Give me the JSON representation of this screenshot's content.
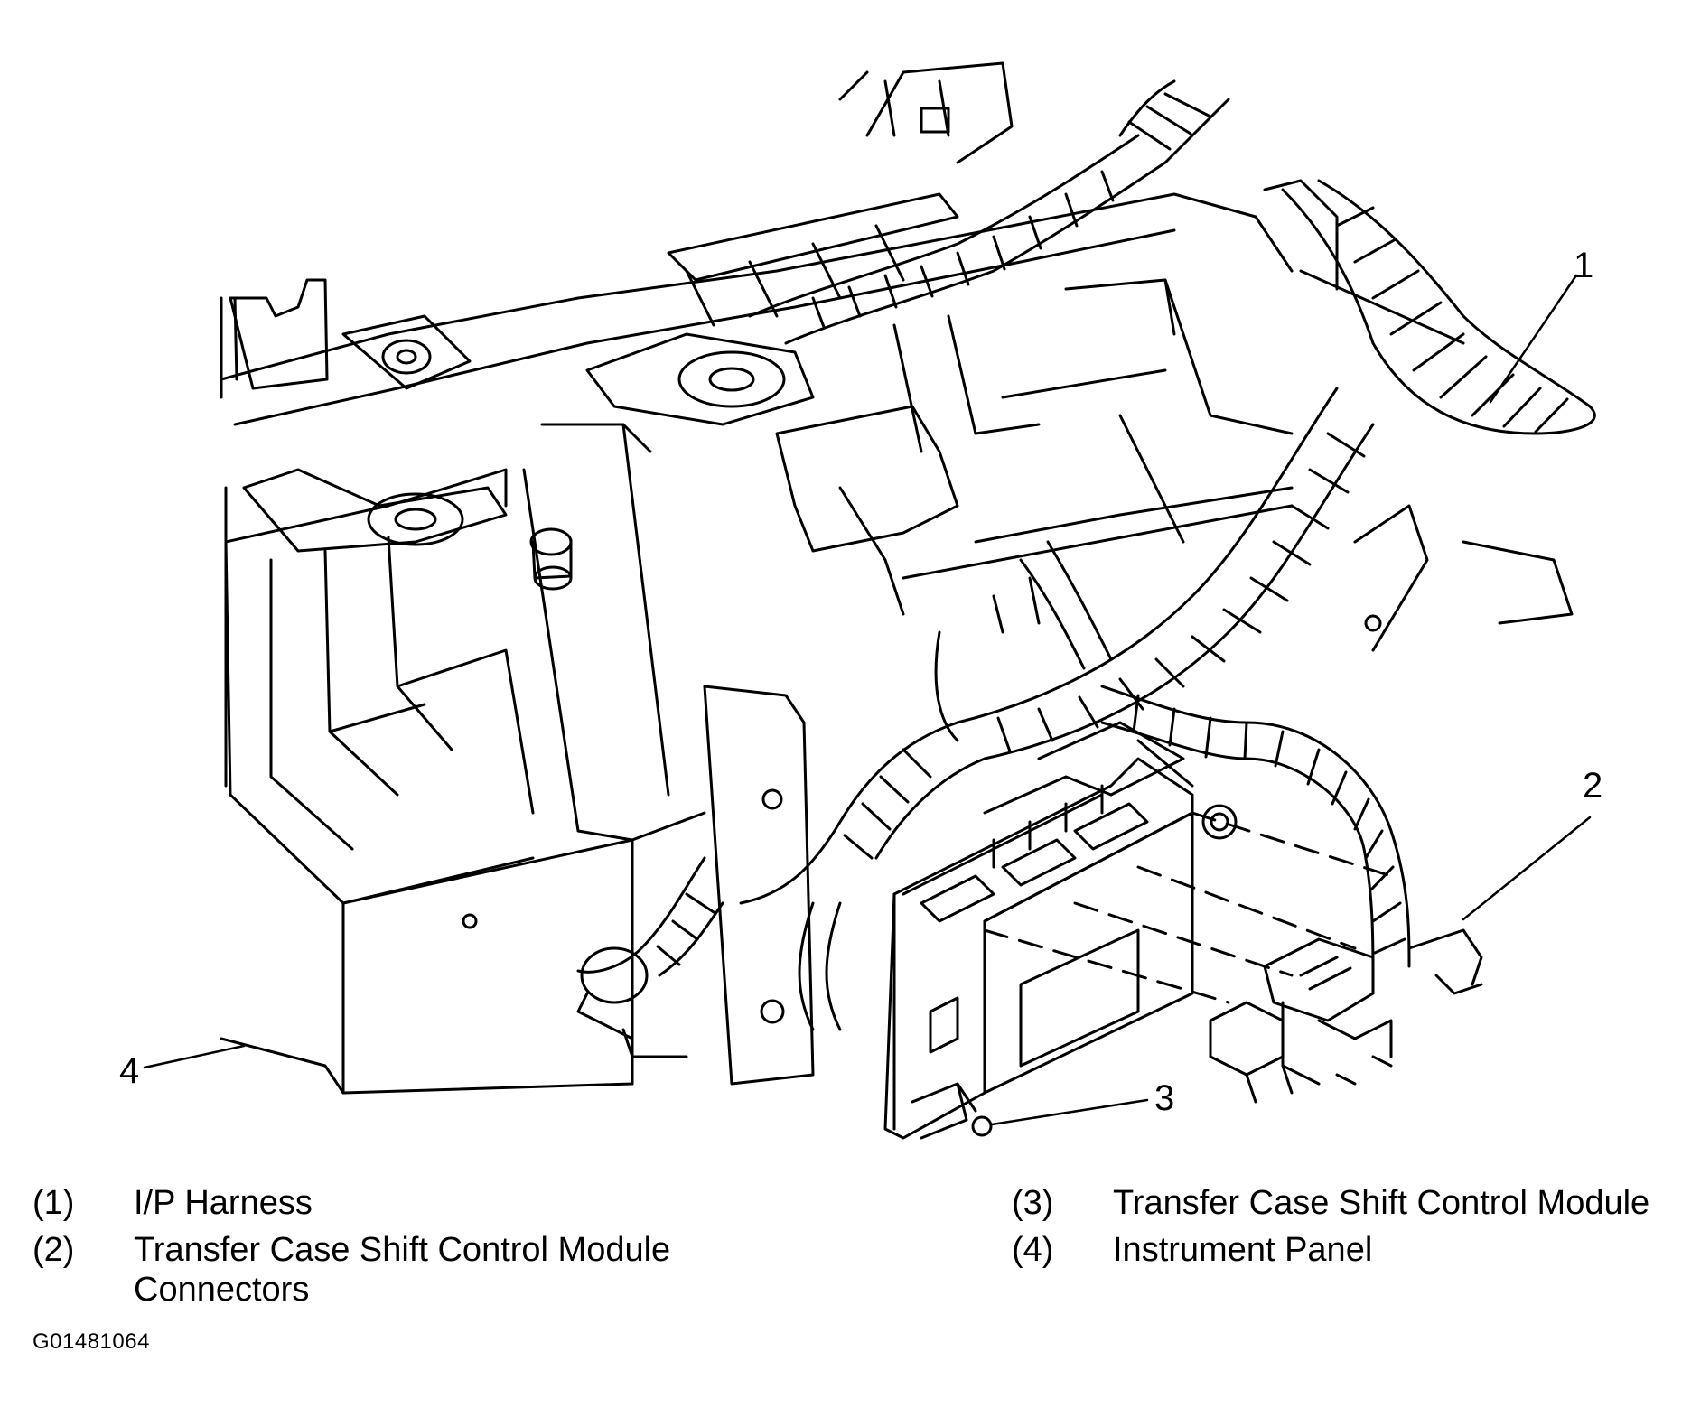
{
  "callouts": {
    "c1": "1",
    "c2": "2",
    "c3": "3",
    "c4": "4"
  },
  "legend": {
    "item1_num": "(1)",
    "item1_text": "I/P Harness",
    "item2_num": "(2)",
    "item2_text_line1": "Transfer Case Shift Control Module",
    "item2_text_line2": "Connectors",
    "item3_num": "(3)",
    "item3_text": "Transfer Case Shift Control Module",
    "item4_num": "(4)",
    "item4_text": "Instrument Panel"
  },
  "figure_id": "G01481064",
  "colors": {
    "line": "#000000",
    "background": "#ffffff"
  }
}
